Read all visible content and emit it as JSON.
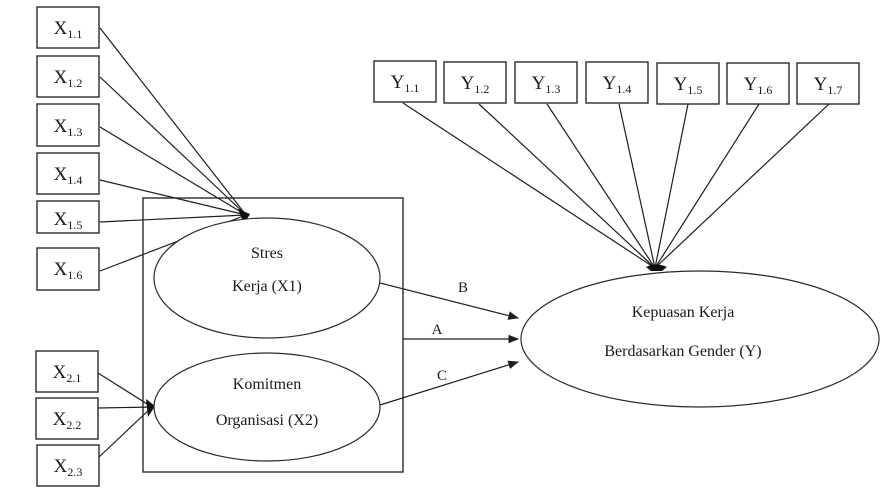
{
  "diagram": {
    "type": "structural-model",
    "constructs": {
      "x1": {
        "lines": [
          "Stres",
          "Kerja (X1)"
        ]
      },
      "x2": {
        "lines": [
          "Komitmen",
          "Organisasi (X2)"
        ]
      },
      "y": {
        "lines": [
          "Kepuasan Kerja",
          "Berdasarkan Gender (Y)"
        ]
      }
    },
    "indicators_x1": [
      {
        "main": "X",
        "sub": "1.1"
      },
      {
        "main": "X",
        "sub": "1.2"
      },
      {
        "main": "X",
        "sub": "1.3"
      },
      {
        "main": "X",
        "sub": "1.4"
      },
      {
        "main": "X",
        "sub": "1.5"
      },
      {
        "main": "X",
        "sub": "1.6"
      }
    ],
    "indicators_x2": [
      {
        "main": "X",
        "sub": "2.1"
      },
      {
        "main": "X",
        "sub": "2.2"
      },
      {
        "main": "X",
        "sub": "2.3"
      }
    ],
    "indicators_y": [
      {
        "main": "Y",
        "sub": "1.1"
      },
      {
        "main": "Y",
        "sub": "1.2"
      },
      {
        "main": "Y",
        "sub": "1.3"
      },
      {
        "main": "Y",
        "sub": "1.4"
      },
      {
        "main": "Y",
        "sub": "1.5"
      },
      {
        "main": "Y",
        "sub": "1.6"
      },
      {
        "main": "Y",
        "sub": "1.7"
      }
    ],
    "paths": [
      {
        "label": "B",
        "from": "Stres Kerja (X1)",
        "to": "Kepuasan Kerja Berdasarkan Gender (Y)"
      },
      {
        "label": "A",
        "from": "X1 & X2 (combined)",
        "to": "Kepuasan Kerja Berdasarkan Gender (Y)"
      },
      {
        "label": "C",
        "from": "Komitmen Organisasi (X2)",
        "to": "Kepuasan Kerja Berdasarkan Gender (Y)"
      }
    ]
  }
}
